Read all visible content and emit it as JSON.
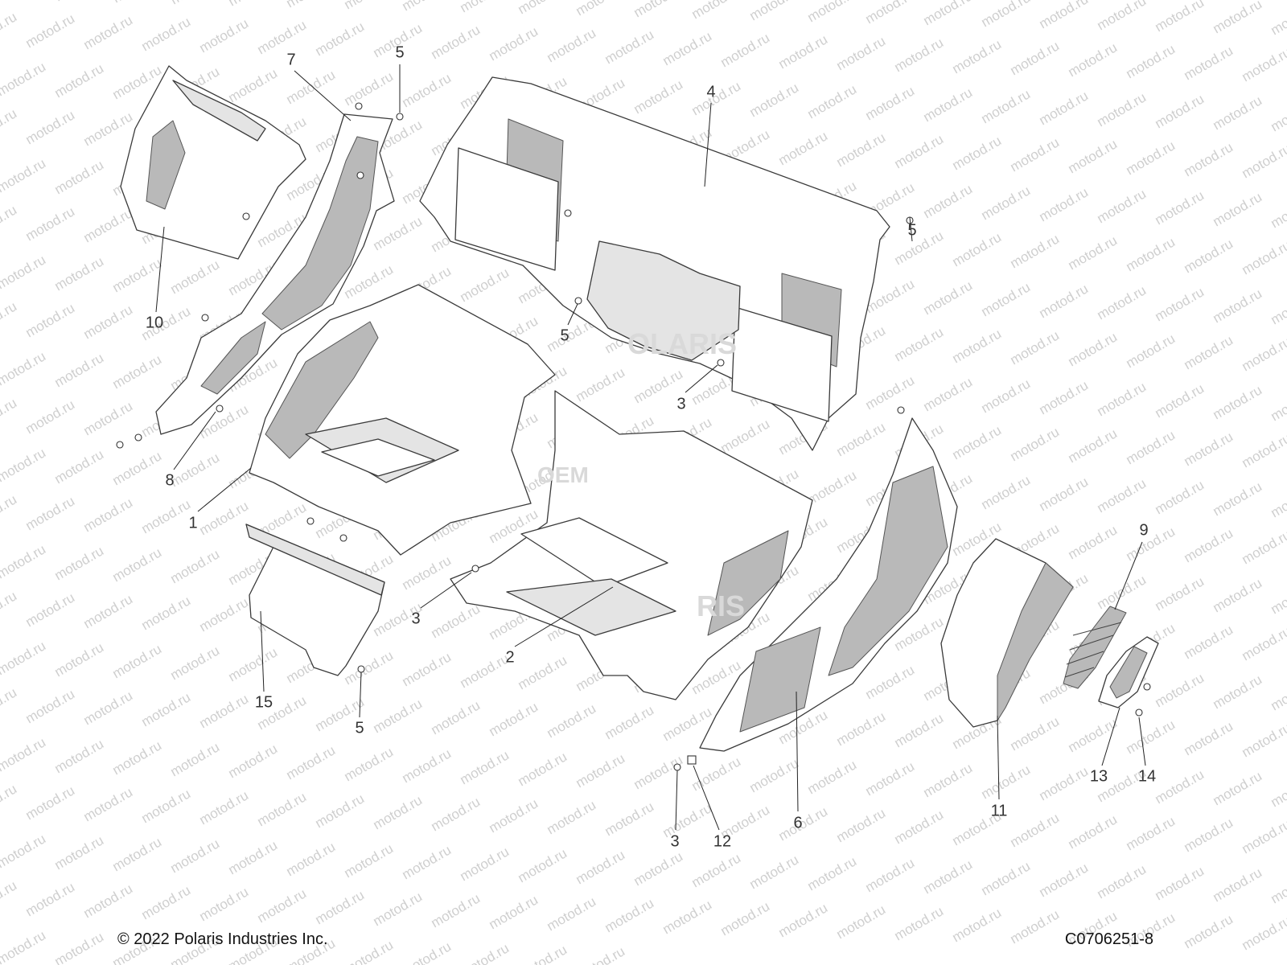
{
  "watermark": {
    "text": "motod.ru",
    "color": "#cfcfcf"
  },
  "brand_marks": [
    "OLARIS",
    "OEM",
    "RIS"
  ],
  "callouts": [
    {
      "id": "1",
      "label": "1"
    },
    {
      "id": "2",
      "label": "2"
    },
    {
      "id": "3a",
      "label": "3"
    },
    {
      "id": "3b",
      "label": "3"
    },
    {
      "id": "3c",
      "label": "3"
    },
    {
      "id": "4",
      "label": "4"
    },
    {
      "id": "5a",
      "label": "5"
    },
    {
      "id": "5b",
      "label": "5"
    },
    {
      "id": "5c",
      "label": "5"
    },
    {
      "id": "5d",
      "label": "5"
    },
    {
      "id": "6",
      "label": "6"
    },
    {
      "id": "7",
      "label": "7"
    },
    {
      "id": "8",
      "label": "8"
    },
    {
      "id": "9",
      "label": "9"
    },
    {
      "id": "10",
      "label": "10"
    },
    {
      "id": "11",
      "label": "11"
    },
    {
      "id": "12",
      "label": "12"
    },
    {
      "id": "13",
      "label": "13"
    },
    {
      "id": "14",
      "label": "14"
    },
    {
      "id": "15",
      "label": "15"
    }
  ],
  "footer": {
    "copyright": "© 2022 Polaris Industries Inc.",
    "drawing_number": "C0706251-8"
  }
}
